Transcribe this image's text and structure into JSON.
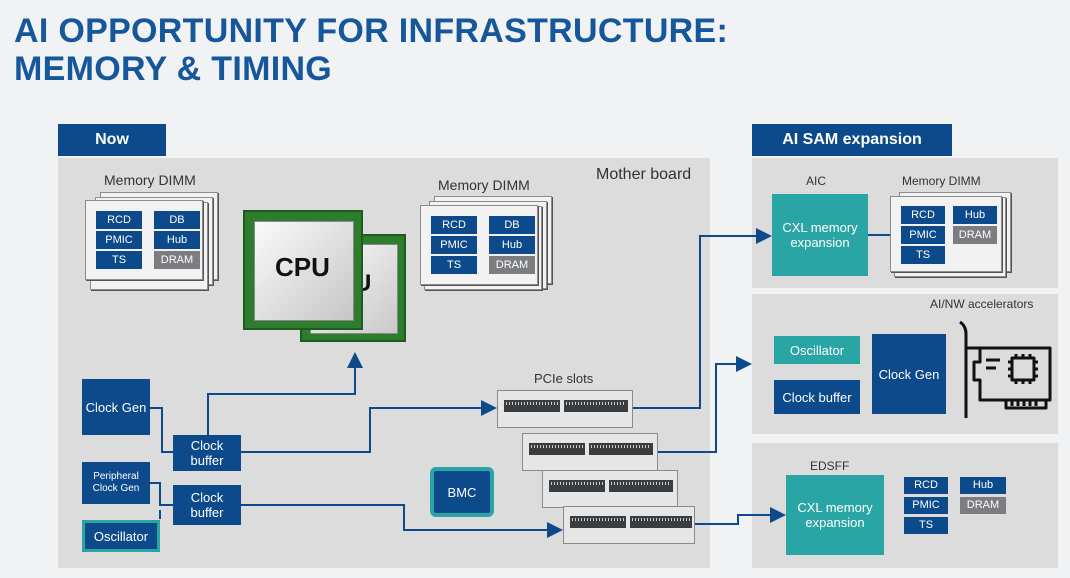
{
  "title": {
    "line1": "AI OPPORTUNITY FOR INFRASTRUCTURE:",
    "line2": "MEMORY & TIMING"
  },
  "now": {
    "header": "Now",
    "board_label": "Mother board",
    "dimm_left": {
      "label": "Memory DIMM",
      "chips": [
        "RCD",
        "PMIC",
        "TS"
      ],
      "side": [
        "DB",
        "Hub",
        "DRAM"
      ]
    },
    "dimm_right": {
      "label": "Memory DIMM",
      "chips": [
        "RCD",
        "PMIC",
        "TS"
      ],
      "side": [
        "DB",
        "Hub",
        "DRAM"
      ]
    },
    "cpu_label": "CPU",
    "gpu_partial_label": "U",
    "clock_gen": "Clock Gen",
    "peripheral_clock_gen": "Peripheral Clock Gen",
    "oscillator": "Oscillator",
    "clock_buffer_1": "Clock buffer",
    "clock_buffer_2": "Clock buffer",
    "bmc": "BMC",
    "pcie_label": "PCIe slots"
  },
  "ai_sam": {
    "header": "AI SAM expansion",
    "aic": {
      "label": "AIC",
      "block": "CXL memory expansion"
    },
    "dimm": {
      "label": "Memory DIMM",
      "chips": [
        "RCD",
        "PMIC",
        "TS"
      ],
      "side": [
        "Hub",
        "DRAM"
      ]
    }
  },
  "accel": {
    "label": "AI/NW accelerators",
    "oscillator": "Oscillator",
    "clock_buffer": "Clock buffer",
    "clock_gen": "Clock Gen",
    "icon": "accelerator-card-icon"
  },
  "edsff": {
    "label": "EDSFF",
    "block": "CXL memory expansion",
    "chips": [
      "RCD",
      "PMIC",
      "TS"
    ],
    "side": [
      "Hub",
      "DRAM"
    ]
  },
  "colors": {
    "title": "#16569b",
    "navy": "#0d4a8c",
    "teal": "#2aa5a6",
    "gray": "#7b7d80",
    "panel": "#dcdcdd"
  }
}
